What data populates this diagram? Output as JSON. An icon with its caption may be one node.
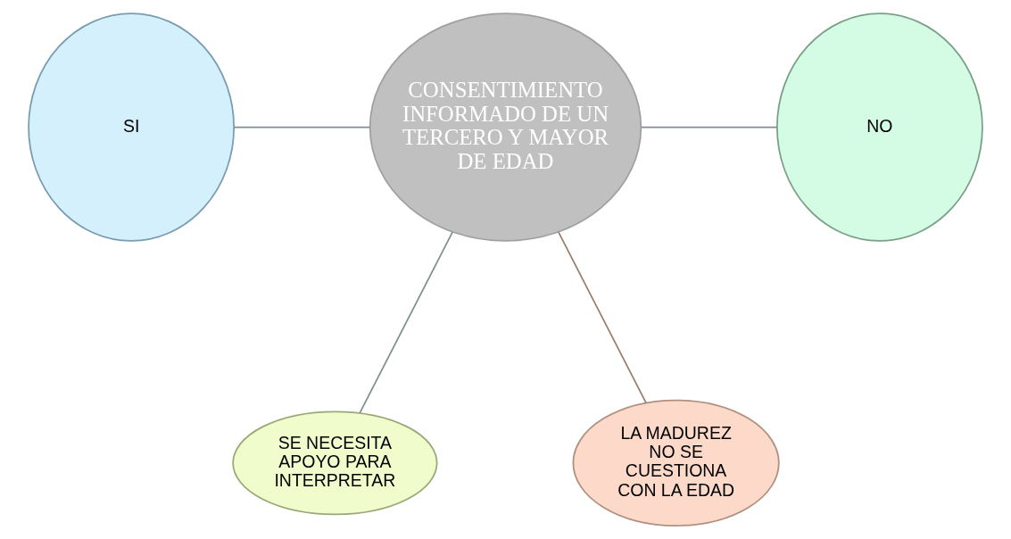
{
  "diagram": {
    "nodes": [
      {
        "text": [
          "SI"
        ]
      },
      {
        "text": [
          "CONSENTIMIENTO INFORMADO DE UN TERCERO Y MAYOR DE EDAD"
        ]
      },
      {
        "text": [
          "NO"
        ]
      },
      {
        "text": [
          "SE NECESITA APOYO PARA INTERPRETAR"
        ]
      },
      {
        "text": [
          "LA MADUREZ NO SE CUESTIONA CON LA EDAD"
        ]
      }
    ],
    "edges": [
      {
        "from": 0,
        "to": 1,
        "arrow": "none"
      },
      {
        "from": 1,
        "to": 2,
        "arrow": "none"
      },
      {
        "from": 1,
        "to": 3,
        "arrow": "none"
      },
      {
        "from": 1,
        "to": 4,
        "arrow": "none",
        "color": "#9a7f70"
      }
    ]
  }
}
